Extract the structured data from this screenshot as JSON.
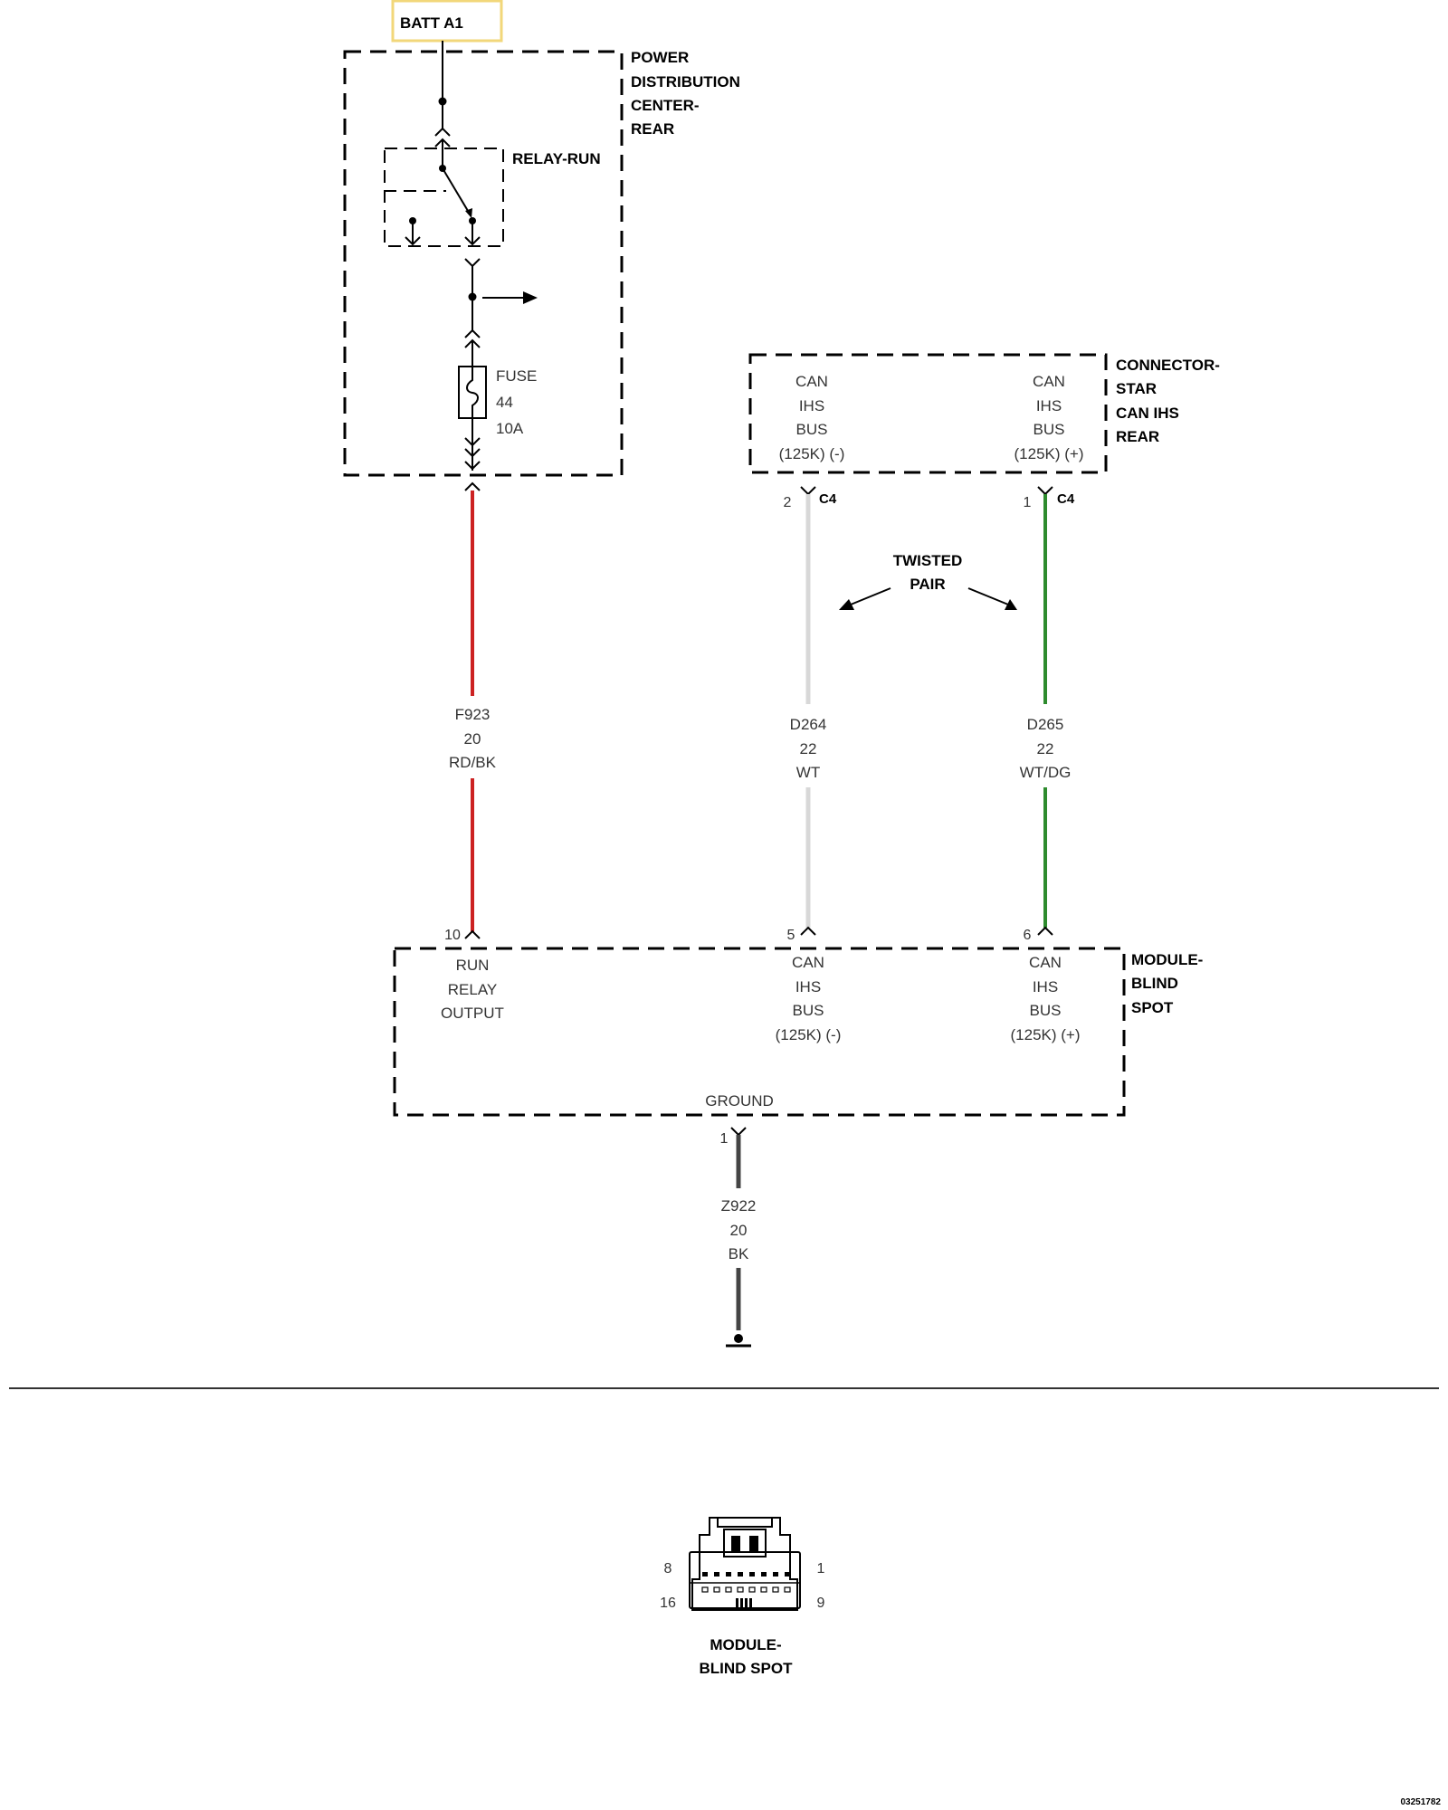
{
  "batt": {
    "label": "BATT A1",
    "box_color": "#f2d77a"
  },
  "pdc": {
    "label_lines": [
      "POWER",
      "DISTRIBUTION",
      "CENTER-",
      "REAR"
    ]
  },
  "relay": {
    "label": "RELAY-RUN"
  },
  "fuse": {
    "lines": [
      "FUSE",
      "44",
      "10A"
    ]
  },
  "star_connector": {
    "label_lines": [
      "CONNECTOR-",
      "STAR",
      "CAN IHS",
      "REAR"
    ],
    "left_lines": [
      "CAN",
      "IHS",
      "BUS",
      "(125K) (-)"
    ],
    "right_lines": [
      "CAN",
      "IHS",
      "BUS",
      "(125K) (+)"
    ],
    "left_pin": "2",
    "right_pin": "1",
    "connector_id": "C4"
  },
  "twisted_pair": {
    "lines": [
      "TWISTED",
      "PAIR"
    ]
  },
  "wires": [
    {
      "id": "F923",
      "gauge": "20",
      "color_code": "RD/BK",
      "stroke": "#cc2222"
    },
    {
      "id": "D264",
      "gauge": "22",
      "color_code": "WT",
      "stroke": "#d8d8d8"
    },
    {
      "id": "D265",
      "gauge": "22",
      "color_code": "WT/DG",
      "stroke": "#2e8b2e"
    },
    {
      "id": "Z922",
      "gauge": "20",
      "color_code": "BK",
      "stroke": "#444444"
    }
  ],
  "module": {
    "label_lines": [
      "MODULE-",
      "BLIND",
      "SPOT"
    ],
    "pins": [
      "10",
      "5",
      "6"
    ],
    "run_lines": [
      "RUN",
      "RELAY",
      "OUTPUT"
    ],
    "can_minus_lines": [
      "CAN",
      "IHS",
      "BUS",
      "(125K) (-)"
    ],
    "can_plus_lines": [
      "CAN",
      "IHS",
      "BUS",
      "(125K) (+)"
    ],
    "ground_label": "GROUND",
    "ground_pin": "1"
  },
  "connector_view": {
    "pin_top_left": "8",
    "pin_top_right": "1",
    "pin_bottom_left": "16",
    "pin_bottom_right": "9",
    "label_lines": [
      "MODULE-",
      "BLIND SPOT"
    ]
  },
  "figure_id": "03251782"
}
